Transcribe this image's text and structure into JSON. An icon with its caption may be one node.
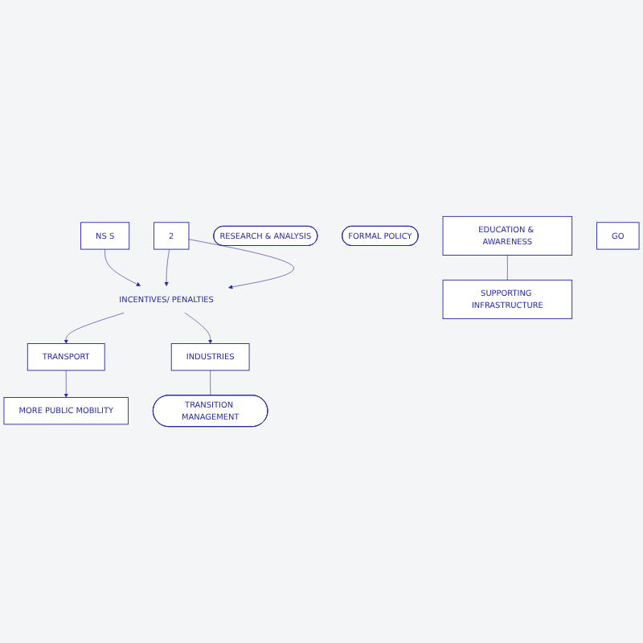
{
  "diagram": {
    "nodes": [
      {
        "text": [
          "NS S"
        ]
      },
      {
        "text": [
          "2"
        ]
      },
      {
        "text": [
          "INCENTIVES/ PENALTIES"
        ]
      },
      {
        "text": [
          "RESEARCH & ANALYSIS"
        ]
      },
      {
        "text": [
          "FORMAL POLICY"
        ]
      },
      {
        "text": [
          "TRANSPORT"
        ]
      },
      {
        "text": [
          "INDUSTRIES"
        ]
      },
      {
        "text": [
          "MORE PUBLIC MOBILITY"
        ]
      },
      {
        "text": [
          "TRANSITION MANAGEMENT"
        ]
      },
      {
        "text": [
          "SUPPORTING INFRASTRUCTURE"
        ]
      },
      {
        "text": [
          "EDUCATION & AWARENESS"
        ]
      },
      {
        "text": [
          "GO"
        ]
      }
    ],
    "edges": [
      {
        "from": 0,
        "to": 2,
        "arrow": "to"
      },
      {
        "from": 1,
        "to": 2,
        "arrow": "to"
      },
      {
        "from": 1,
        "to": 2,
        "arrow": "to"
      },
      {
        "from": 2,
        "to": 5,
        "arrow": "to"
      },
      {
        "from": 2,
        "to": 6,
        "arrow": "to"
      },
      {
        "from": 5,
        "to": 7,
        "arrow": "to"
      },
      {
        "from": 6,
        "to": 8,
        "arrow": "none"
      },
      {
        "from": 10,
        "to": 9,
        "arrow": "none"
      }
    ]
  }
}
